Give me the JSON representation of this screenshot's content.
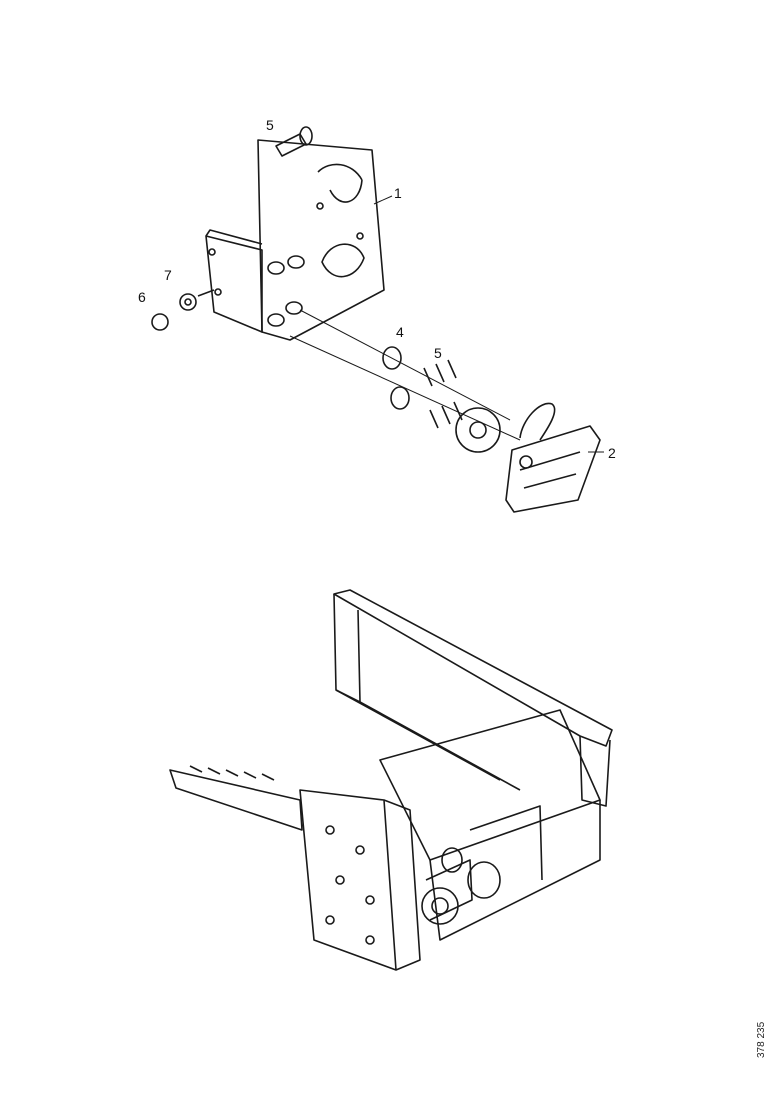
{
  "callouts": [
    {
      "id": "c1",
      "text": "1"
    },
    {
      "id": "c2",
      "text": "2"
    },
    {
      "id": "c4",
      "text": "4"
    },
    {
      "id": "c5a",
      "text": "5"
    },
    {
      "id": "c5b",
      "text": "5"
    },
    {
      "id": "c6",
      "text": "6"
    },
    {
      "id": "c7",
      "text": "7"
    }
  ],
  "figure_code": "378 235",
  "colors": {
    "line": "#1a1a1a",
    "background": "#ffffff"
  }
}
